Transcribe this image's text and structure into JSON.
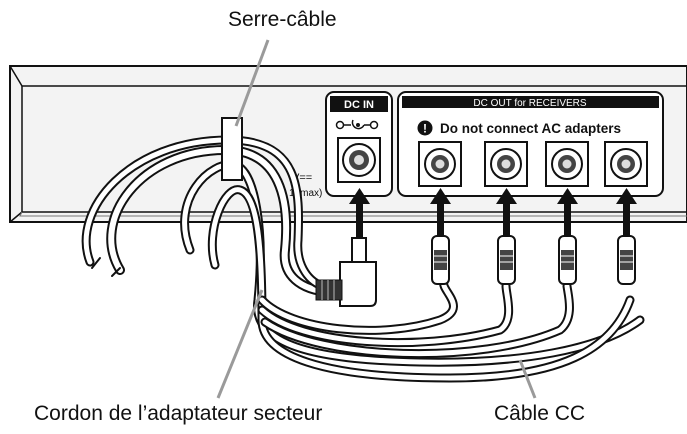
{
  "labels": {
    "cable_tie": "Serre-câble",
    "adapter_cord": "Cordon de l’adaptateur secteur",
    "dc_cable": "Câble CC"
  },
  "panel": {
    "dc_in": "DC IN",
    "dc_out": "DC OUT for RECEIVERS",
    "warning_mark": "!",
    "warning": "Do not connect AC adapters",
    "rating_line1": "V==",
    "rating_line2": "1.  max)"
  },
  "colors": {
    "ink": "#111111",
    "device": "#f2f2f2",
    "leader": "#9a9a9a",
    "cable": "#ffffff"
  },
  "icons": {
    "polarity": "dc-polarity-icon",
    "warning": "warning-circle-icon"
  }
}
